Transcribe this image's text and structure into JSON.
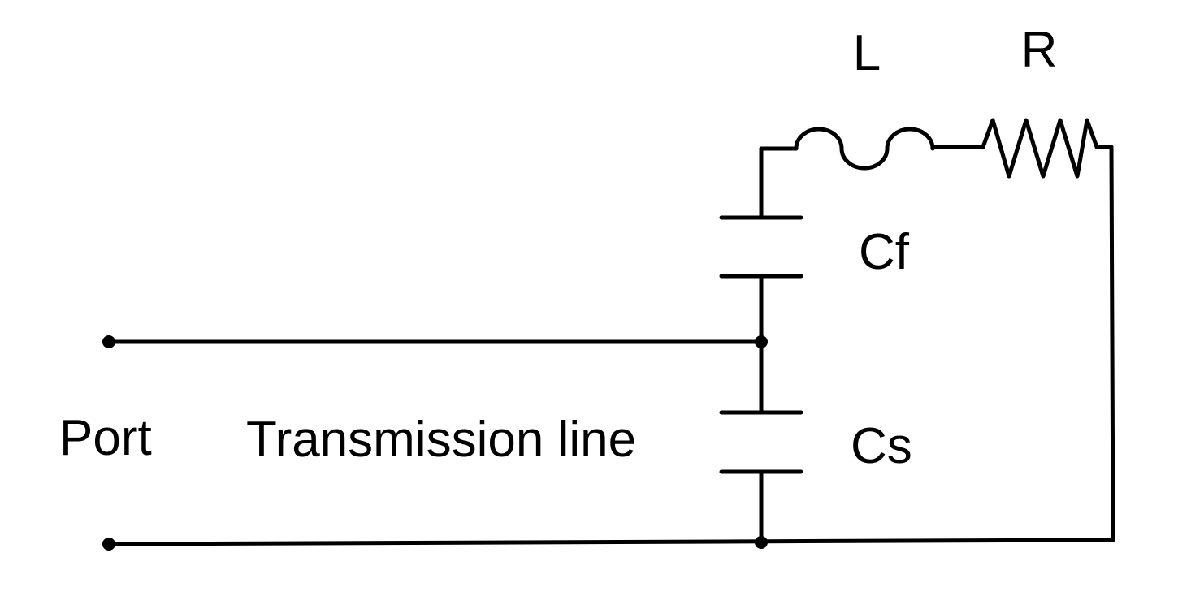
{
  "labels": {
    "inductor": "L",
    "resistor": "R",
    "coupling_capacitor": "Cf",
    "shunt_capacitor": "Cs",
    "port": "Port",
    "transmission_line": "Transmission line"
  },
  "colors": {
    "line": "#000000",
    "background": "#ffffff"
  }
}
